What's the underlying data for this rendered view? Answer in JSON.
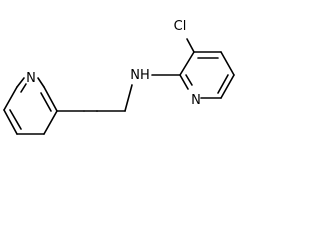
{
  "molecule": {
    "atoms": {
      "chlorine": "Cl",
      "amine": "NH",
      "pyridine_n_right": "N",
      "pyridine_n_left": "N"
    }
  }
}
